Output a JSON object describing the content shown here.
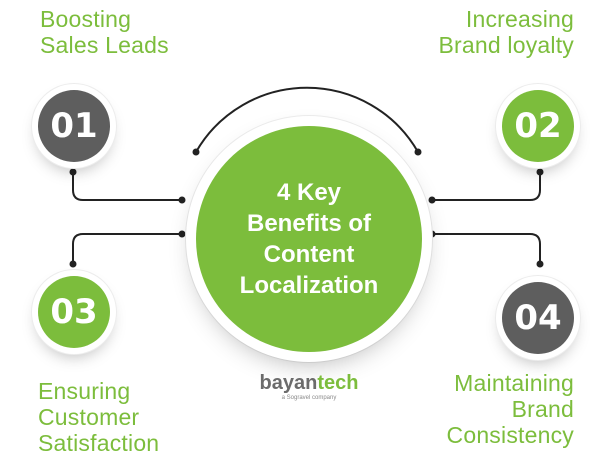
{
  "center": {
    "title_lines": [
      "4 Key",
      "Benefits of",
      "Content",
      "Localization"
    ]
  },
  "benefits": [
    {
      "number": "01",
      "lines": [
        "Boosting",
        "Sales Leads"
      ]
    },
    {
      "number": "02",
      "lines": [
        "Increasing",
        "Brand loyalty"
      ]
    },
    {
      "number": "03",
      "lines": [
        "Ensuring",
        "Customer",
        "Satisfaction"
      ]
    },
    {
      "number": "04",
      "lines": [
        "Maintaining",
        "Brand",
        "Consistency"
      ]
    }
  ],
  "logo": {
    "part1": "bayan",
    "part2": "tech",
    "tagline": "a Sogravel company"
  },
  "colors": {
    "accent_green": "#7cbd3c",
    "dark_gray": "#5e5e5e",
    "connector": "#222222"
  }
}
